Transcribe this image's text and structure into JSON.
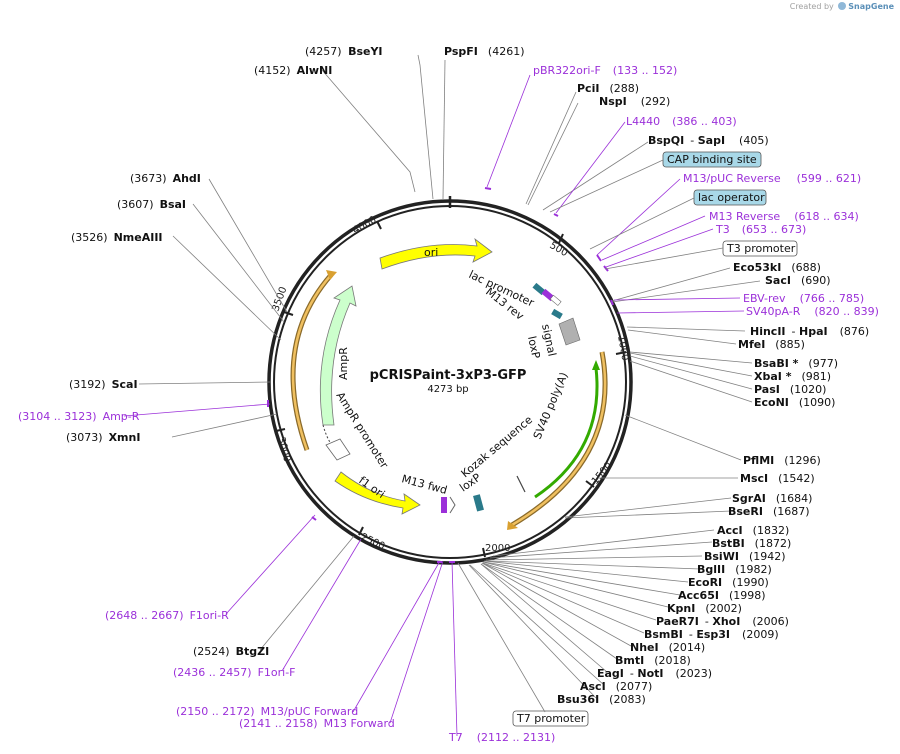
{
  "credit": {
    "created_by": "Created by",
    "brand": "SnapGene"
  },
  "plasmid": {
    "name": "pCRISPaint-3xP3-GFP",
    "size": "4273 bp"
  },
  "ticks": [
    "500",
    "1000",
    "1500",
    "2000",
    "2500",
    "3000",
    "3500",
    "4000"
  ],
  "sites": [
    {
      "name": "BseYI",
      "pos": "(4257)"
    },
    {
      "name": "PspFI",
      "pos": "(4261)"
    },
    {
      "name": "AlwNI",
      "pos": "(4152)"
    },
    {
      "name": "PciI",
      "pos": "(288)"
    },
    {
      "name": "NspI",
      "pos": "(292)"
    },
    {
      "name": "BspQI",
      "name2": "SapI",
      "pos": "(405)"
    },
    {
      "name": "Eco53kI",
      "pos": "(688)"
    },
    {
      "name": "SacI",
      "pos": "(690)"
    },
    {
      "name": "HincII",
      "name2": "HpaI",
      "pos": "(876)"
    },
    {
      "name": "MfeI",
      "pos": "(885)"
    },
    {
      "name": "BsaBI *",
      "pos": "(977)"
    },
    {
      "name": "XbaI *",
      "pos": "(981)"
    },
    {
      "name": "PasI",
      "pos": "(1020)"
    },
    {
      "name": "EcoNI",
      "pos": "(1090)"
    },
    {
      "name": "PflMI",
      "pos": "(1296)"
    },
    {
      "name": "MscI",
      "pos": "(1542)"
    },
    {
      "name": "SgrAI",
      "pos": "(1684)"
    },
    {
      "name": "BseRI",
      "pos": "(1687)"
    },
    {
      "name": "AccI",
      "pos": "(1832)"
    },
    {
      "name": "BstBI",
      "pos": "(1872)"
    },
    {
      "name": "BsiWI",
      "pos": "(1942)"
    },
    {
      "name": "BglII",
      "pos": "(1982)"
    },
    {
      "name": "EcoRI",
      "pos": "(1990)"
    },
    {
      "name": "Acc65I",
      "pos": "(1998)"
    },
    {
      "name": "KpnI",
      "pos": "(2002)"
    },
    {
      "name": "PaeR7I",
      "name2": "XhoI",
      "pos": "(2006)"
    },
    {
      "name": "BsmBI",
      "name2": "Esp3I",
      "pos": "(2009)"
    },
    {
      "name": "NheI",
      "pos": "(2014)"
    },
    {
      "name": "BmtI",
      "pos": "(2018)"
    },
    {
      "name": "EagI",
      "name2": "NotI",
      "pos": "(2023)"
    },
    {
      "name": "AscI",
      "pos": "(2077)"
    },
    {
      "name": "Bsu36I",
      "pos": "(2083)"
    },
    {
      "name": "AhdI",
      "pos": "(3673)"
    },
    {
      "name": "BsaI",
      "pos": "(3607)"
    },
    {
      "name": "NmeAIII",
      "pos": "(3526)"
    },
    {
      "name": "ScaI",
      "pos": "(3192)"
    },
    {
      "name": "XmnI",
      "pos": "(3073)"
    },
    {
      "name": "BtgZI",
      "pos": "(2524)"
    }
  ],
  "primers": [
    {
      "name": "pBR322ori-F",
      "range": "(133 .. 152)"
    },
    {
      "name": "L4440",
      "range": "(386 .. 403)"
    },
    {
      "name": "M13/pUC Reverse",
      "range": "(599 .. 621)"
    },
    {
      "name": "M13 Reverse",
      "range": "(618 .. 634)"
    },
    {
      "name": "T3",
      "range": "(653 .. 673)"
    },
    {
      "name": "EBV-rev",
      "range": "(766 .. 785)"
    },
    {
      "name": "SV40pA-R",
      "range": "(820 .. 839)"
    },
    {
      "name": "Amp-R",
      "range": "(3104 .. 3123)"
    },
    {
      "name": "F1ori-R",
      "range": "(2648 .. 2667)"
    },
    {
      "name": "F1ori-F",
      "range": "(2436 .. 2457)"
    },
    {
      "name": "M13/pUC Forward",
      "range": "(2150 .. 2172)"
    },
    {
      "name": "M13 Forward",
      "range": "(2141 .. 2158)"
    },
    {
      "name": "T7",
      "range": "(2112 .. 2131)"
    }
  ],
  "boxed": [
    "CAP binding site",
    "lac operator",
    "T3 promoter",
    "T7 promoter"
  ],
  "features": [
    "ori",
    "lac promoter",
    "M13 rev",
    "loxP",
    "signal",
    "SV40 poly(A)",
    "Kozak sequence",
    "loxP",
    "M13 fwd",
    "f1 ori",
    "AmpR promoter",
    "AmpR"
  ],
  "colors": {
    "primer": "#9b30d9",
    "ori": "#ffff00",
    "ampr": "#ccffcc",
    "orange_arc": "#d9a030",
    "green_arc": "#33aa00",
    "teal": "#2a7a8a",
    "box_blue": "#a8d8e8",
    "site_line": "#808080"
  }
}
